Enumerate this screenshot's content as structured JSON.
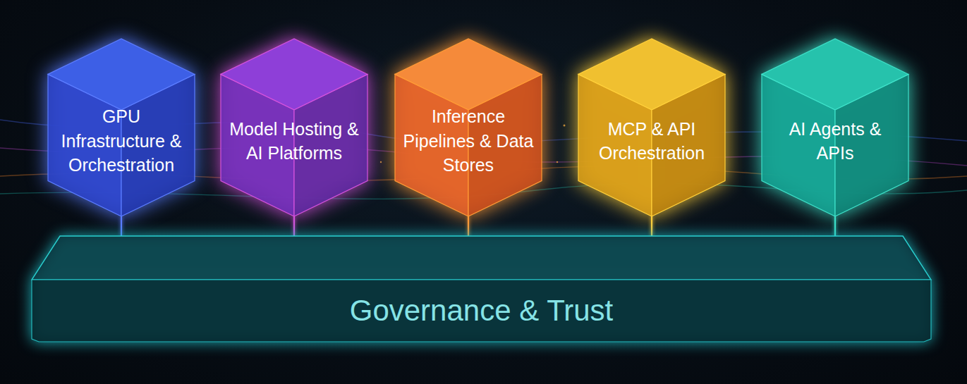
{
  "diagram": {
    "nodes": [
      {
        "text": [
          "GPU Infrastructure & Orchestration"
        ]
      },
      {
        "text": [
          "Model Hosting & AI Platforms"
        ]
      },
      {
        "text": [
          "Inference Pipelines & Data Stores"
        ]
      },
      {
        "text": [
          "MCP & API Orchestration"
        ]
      },
      {
        "text": [
          "AI Agents & APIs"
        ]
      },
      {
        "text": [
          "Governance & Trust"
        ]
      }
    ],
    "edges": [
      {
        "from": 0,
        "to": 5,
        "arrow": "none"
      },
      {
        "from": 1,
        "to": 5,
        "arrow": "none"
      },
      {
        "from": 2,
        "to": 5,
        "arrow": "none"
      },
      {
        "from": 3,
        "to": 5,
        "arrow": "none"
      },
      {
        "from": 4,
        "to": 5,
        "arrow": "none"
      }
    ]
  }
}
